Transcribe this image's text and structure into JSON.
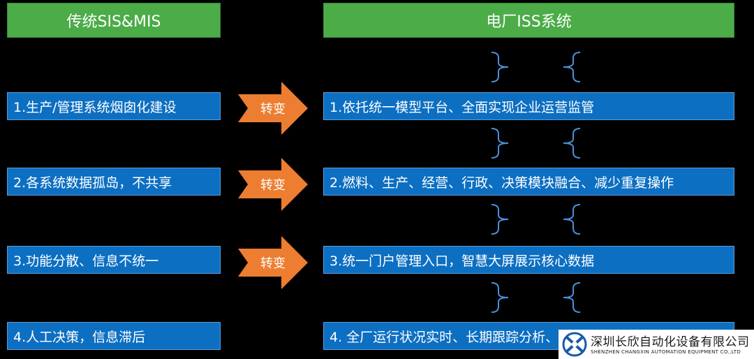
{
  "left_header": "传统SIS&MIS",
  "right_header": "电厂ISS系统",
  "left_items": [
    "1.生产/管理系统烟囱化建设",
    "2.各系统数据孤岛，不共享",
    "3.功能分散、信息不统一",
    "4.人工决策，信息滞后"
  ],
  "right_items": [
    "1.依托统一模型平台、全面实现企业运营监管",
    "2.燃料、生产、经营、行政、决策模块融合、减少重复操作",
    "3.统一门户管理入口，智慧大屏展示核心数据",
    "4. 全厂运行状况实时、长期跟踪分析、智能辅助决策支持"
  ],
  "arrow_label": "转变",
  "colors": {
    "header_green": "#4bac48",
    "box_blue": "#0d6fc2",
    "arrow_orange": "#ed7d31",
    "bracket_blue": "#4a90d9"
  },
  "logo": {
    "cn": "深圳长欣自动化设备有限公司",
    "en": "SHENZHEN CHANGXIN AUTOMATION EQUIPMENT CO.,LTD"
  }
}
